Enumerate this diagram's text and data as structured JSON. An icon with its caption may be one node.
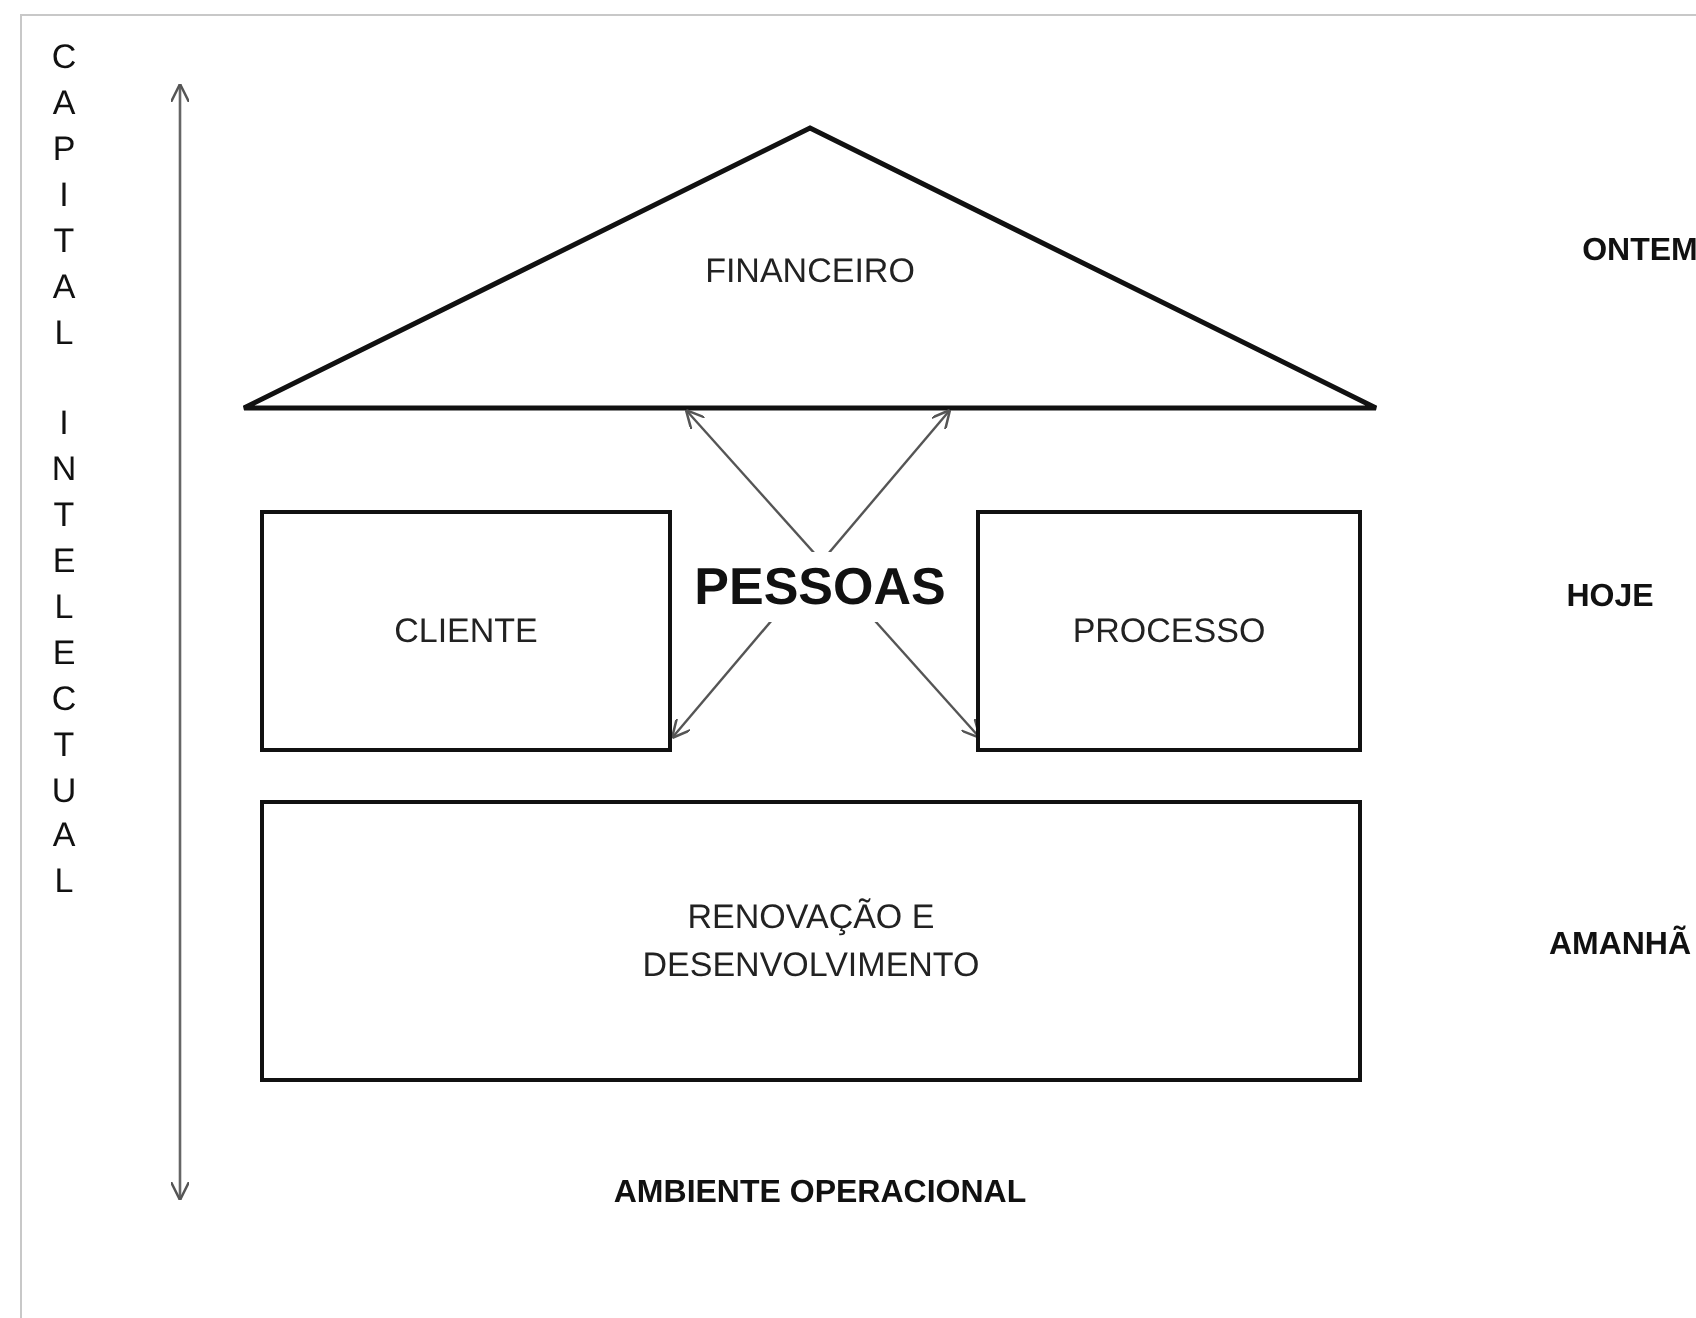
{
  "diagram": {
    "nodes": [
      {
        "text": [
          "FINANCEIRO"
        ]
      },
      {
        "text": [
          "CLIENTE"
        ]
      },
      {
        "text": [
          "PROCESSO"
        ]
      },
      {
        "text": [
          "RENOVAÇÃO E DESENVOLVIMENTO"
        ]
      }
    ],
    "edges": [
      {
        "from": 0,
        "to": 2,
        "arrow": "both"
      },
      {
        "from": 0,
        "to": 1,
        "arrow": "both"
      }
    ],
    "labels": [
      "CAPITAL INTELECTUAL",
      "ONTEM",
      "PESSOAS",
      "HOJE",
      "AMANHÃ",
      "AMBIENTE OPERACIONAL"
    ]
  }
}
